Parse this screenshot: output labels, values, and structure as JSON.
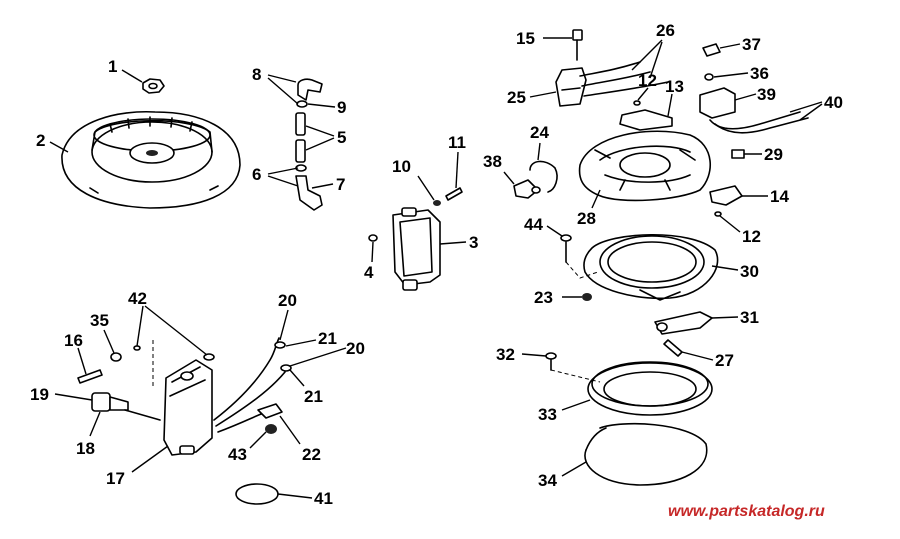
{
  "watermark": {
    "text": "www.partskatalog.ru",
    "color": "#c62828"
  },
  "callouts": [
    {
      "label": "1"
    },
    {
      "label": "2"
    },
    {
      "label": "8"
    },
    {
      "label": "9"
    },
    {
      "label": "5"
    },
    {
      "label": "6"
    },
    {
      "label": "7"
    },
    {
      "label": "10"
    },
    {
      "label": "11"
    },
    {
      "label": "3"
    },
    {
      "label": "4"
    },
    {
      "label": "15"
    },
    {
      "label": "26"
    },
    {
      "label": "12"
    },
    {
      "label": "13"
    },
    {
      "label": "25"
    },
    {
      "label": "24"
    },
    {
      "label": "38"
    },
    {
      "label": "28"
    },
    {
      "label": "44"
    },
    {
      "label": "23"
    },
    {
      "label": "30"
    },
    {
      "label": "37"
    },
    {
      "label": "36"
    },
    {
      "label": "39"
    },
    {
      "label": "40"
    },
    {
      "label": "29"
    },
    {
      "label": "14"
    },
    {
      "label": "12"
    },
    {
      "label": "31"
    },
    {
      "label": "27"
    },
    {
      "label": "32"
    },
    {
      "label": "33"
    },
    {
      "label": "34"
    },
    {
      "label": "42"
    },
    {
      "label": "35"
    },
    {
      "label": "16"
    },
    {
      "label": "19"
    },
    {
      "label": "18"
    },
    {
      "label": "17"
    },
    {
      "label": "20"
    },
    {
      "label": "21"
    },
    {
      "label": "20"
    },
    {
      "label": "21"
    },
    {
      "label": "43"
    },
    {
      "label": "22"
    },
    {
      "label": "41"
    }
  ]
}
